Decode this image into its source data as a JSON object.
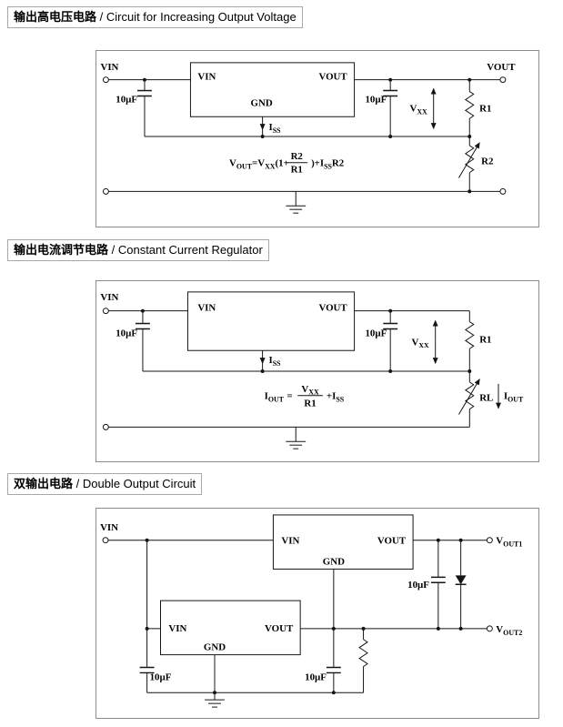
{
  "titles": [
    {
      "zh": "输出高电压电路",
      "en": " / Circuit for Increasing Output Voltage"
    },
    {
      "zh": "输出电流调节电路",
      "en": " / Constant Current Regulator"
    },
    {
      "zh": "双输出电路",
      "en": " / Double Output Circuit"
    }
  ],
  "c1": {
    "vin": "VIN",
    "vout": "VOUT",
    "box": {
      "vin": "VIN",
      "vout": "VOUT",
      "gnd": "GND"
    },
    "cap_in": "10µF",
    "cap_out": "10µF",
    "iss": {
      "i": "I",
      "sub": "SS"
    },
    "vxx": {
      "v": "V",
      "sub": "XX"
    },
    "r1": "R1",
    "r2": "R2",
    "formula": {
      "v": "V",
      "v_sub": "OUT",
      "eq": "=V",
      "eq_sub": "XX",
      "open": "(1+",
      "num": "R2",
      "den": "R1",
      "close": ")+I",
      "close_sub": "SS",
      "tail": "R2"
    }
  },
  "c2": {
    "vin": "VIN",
    "box": {
      "vin": "VIN",
      "vout": "VOUT"
    },
    "cap_in": "10µF",
    "cap_out": "10µF",
    "iss": {
      "i": "I",
      "sub": "SS"
    },
    "vxx": {
      "v": "V",
      "sub": "XX"
    },
    "r1": "R1",
    "rl": "RL",
    "iout": {
      "i": "I",
      "sub": "OUT"
    },
    "formula": {
      "i": "I",
      "i_sub": "OUT",
      "eq": "=",
      "num_v": "V",
      "num_sub": "XX",
      "den": "R1",
      "plus": "+I",
      "plus_sub": "SS"
    }
  },
  "c3": {
    "vin": "VIN",
    "box1": {
      "vin": "VIN",
      "vout": "VOUT",
      "gnd": "GND"
    },
    "box2": {
      "vin": "VIN",
      "vout": "VOUT",
      "gnd": "GND"
    },
    "cap_out": "10µF",
    "cap_in": "10µF",
    "cap_mid": "10µF",
    "vout1": {
      "v": "V",
      "sub": "OUT1"
    },
    "vout2": {
      "v": "V",
      "sub": "OUT2"
    }
  }
}
